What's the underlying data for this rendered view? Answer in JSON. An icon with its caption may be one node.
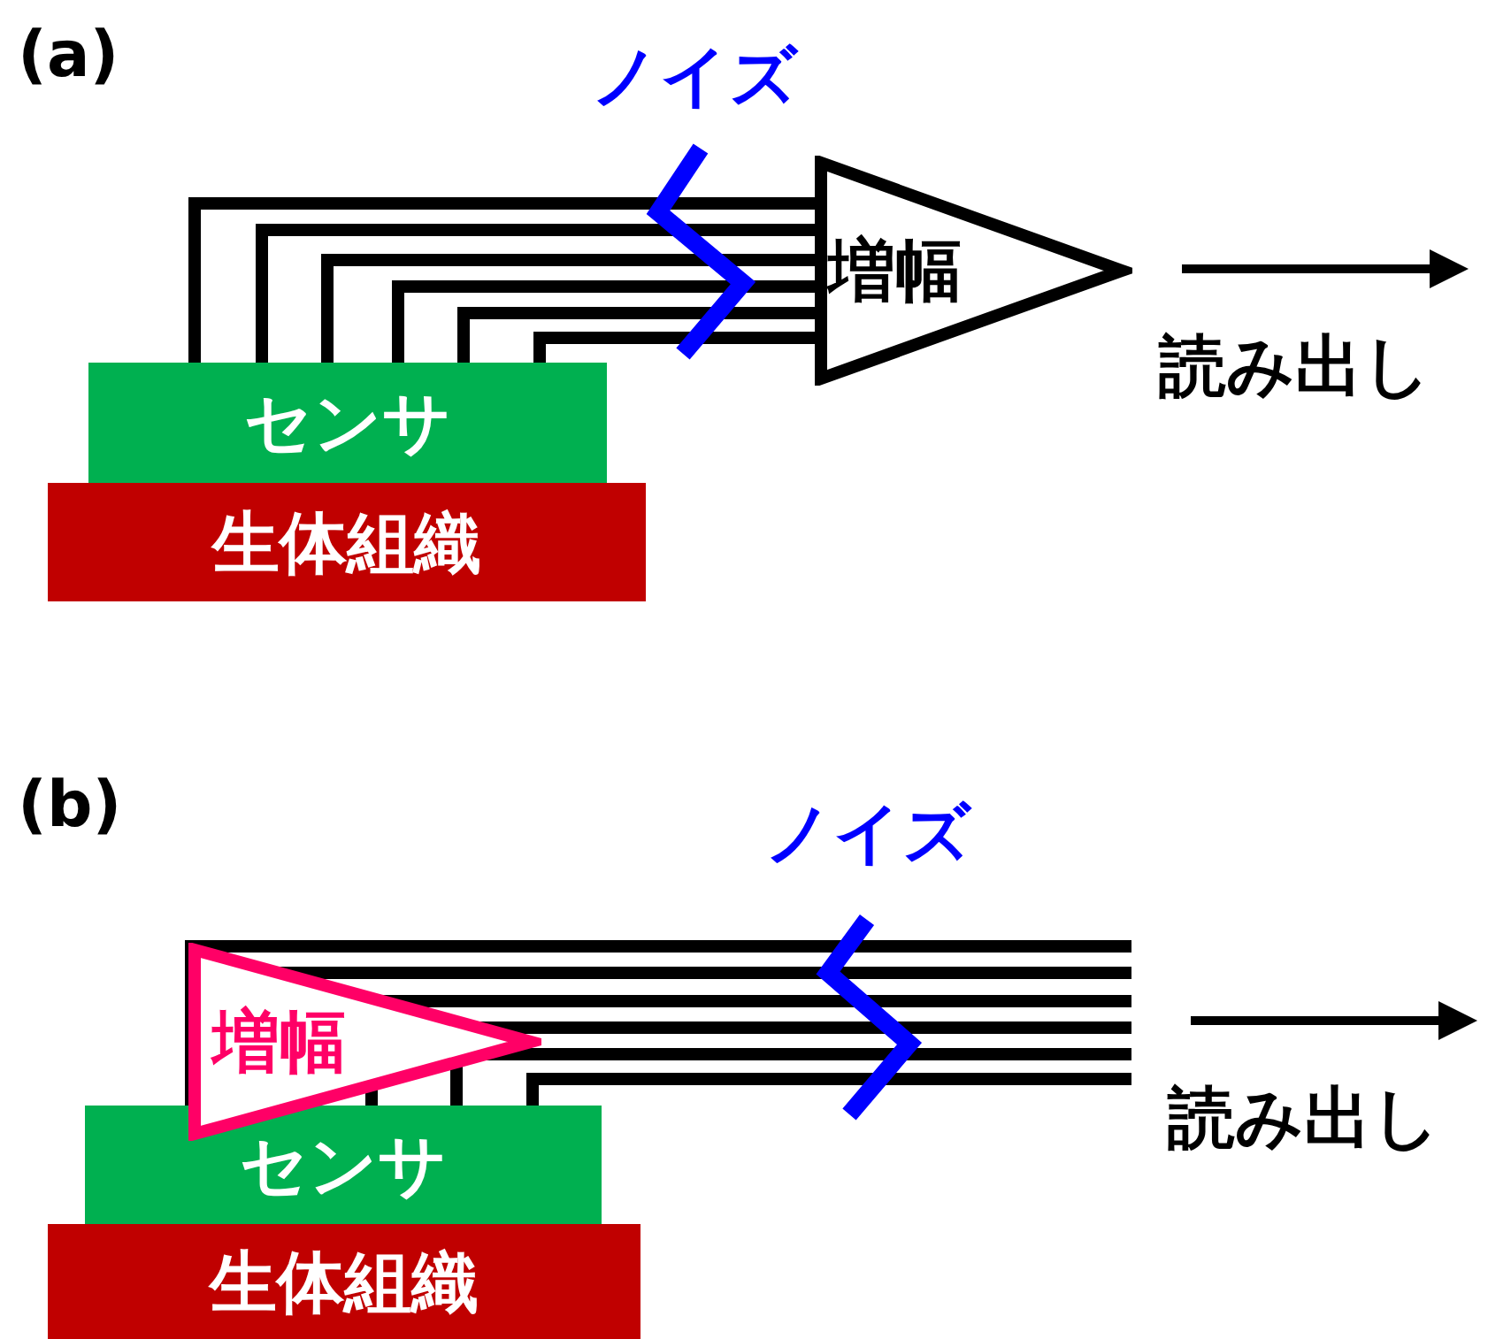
{
  "diagram": {
    "nodes": [
      {
        "text": [
          "増幅"
        ]
      },
      {
        "text": [
          "センサ"
        ]
      },
      {
        "text": [
          "生体組織"
        ]
      },
      {
        "text": [
          "増幅"
        ]
      },
      {
        "text": [
          "センサ"
        ]
      },
      {
        "text": [
          "生体組織"
        ]
      }
    ],
    "edges": [
      {
        "from": 1,
        "to": 0,
        "arrow": "none"
      },
      {
        "from": 1,
        "to": 0,
        "arrow": "none"
      },
      {
        "from": 1,
        "to": 0,
        "arrow": "none"
      },
      {
        "from": 1,
        "to": 0,
        "arrow": "none"
      },
      {
        "from": 1,
        "to": 0,
        "arrow": "none"
      },
      {
        "from": 1,
        "to": 0,
        "arrow": "none"
      },
      {
        "from": 4,
        "to": null,
        "arrow": "none"
      },
      {
        "from": 4,
        "to": null,
        "arrow": "none"
      },
      {
        "from": 4,
        "to": null,
        "arrow": "none"
      },
      {
        "from": 4,
        "to": null,
        "arrow": "none"
      },
      {
        "from": 4,
        "to": null,
        "arrow": "none"
      },
      {
        "from": 4,
        "to": null,
        "arrow": "none"
      }
    ],
    "labels": [
      "(a)",
      "ノイズ",
      "読み出し",
      "(b)",
      "ノイズ",
      "読み出し"
    ]
  }
}
